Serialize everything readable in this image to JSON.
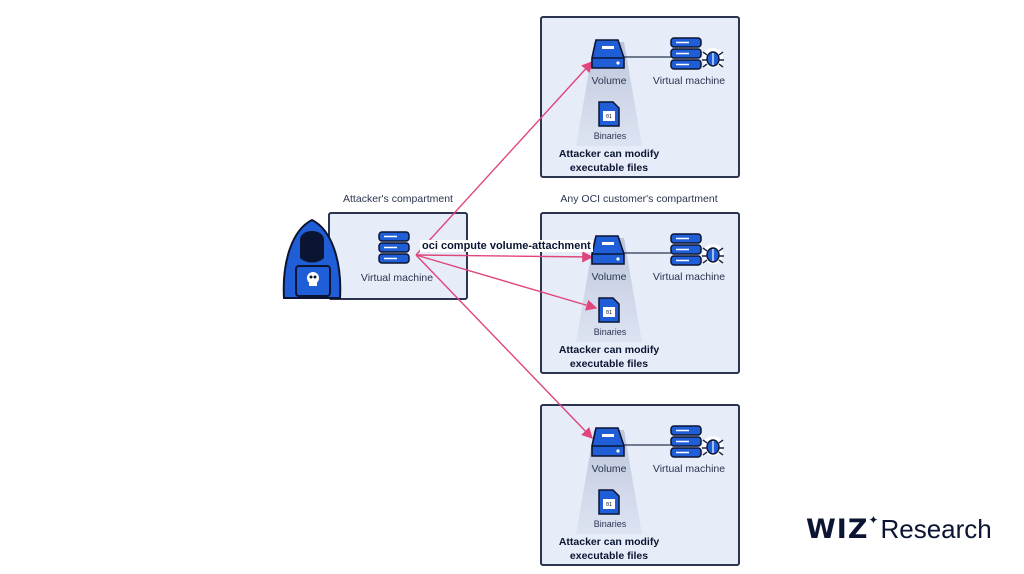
{
  "attacker": {
    "compartment_label": "Attacker's compartment",
    "vm_label": "Virtual machine",
    "command": "oci compute volume-attachment"
  },
  "customer_compartment_label": "Any OCI customer's compartment",
  "victims": [
    {
      "volume_label": "Volume",
      "vm_label": "Virtual machine",
      "binaries_label": "Binaries",
      "note_line1": "Attacker can modify",
      "note_line2": "executable files"
    },
    {
      "volume_label": "Volume",
      "vm_label": "Virtual machine",
      "binaries_label": "Binaries",
      "note_line1": "Attacker can modify",
      "note_line2": "executable files"
    },
    {
      "volume_label": "Volume",
      "vm_label": "Virtual machine",
      "binaries_label": "Binaries",
      "note_line1": "Attacker can modify",
      "note_line2": "executable files"
    }
  ],
  "brand": {
    "wiz": "WIZ",
    "research": "Research"
  },
  "colors": {
    "accent": "#1f5ed6",
    "arrow": "#e0457b",
    "box_fill": "#e6ecf8",
    "border": "#2b3550"
  },
  "icons": [
    "hacker-icon",
    "server-icon",
    "volume-drive-icon",
    "bug-icon",
    "binary-file-icon",
    "skull-icon"
  ]
}
